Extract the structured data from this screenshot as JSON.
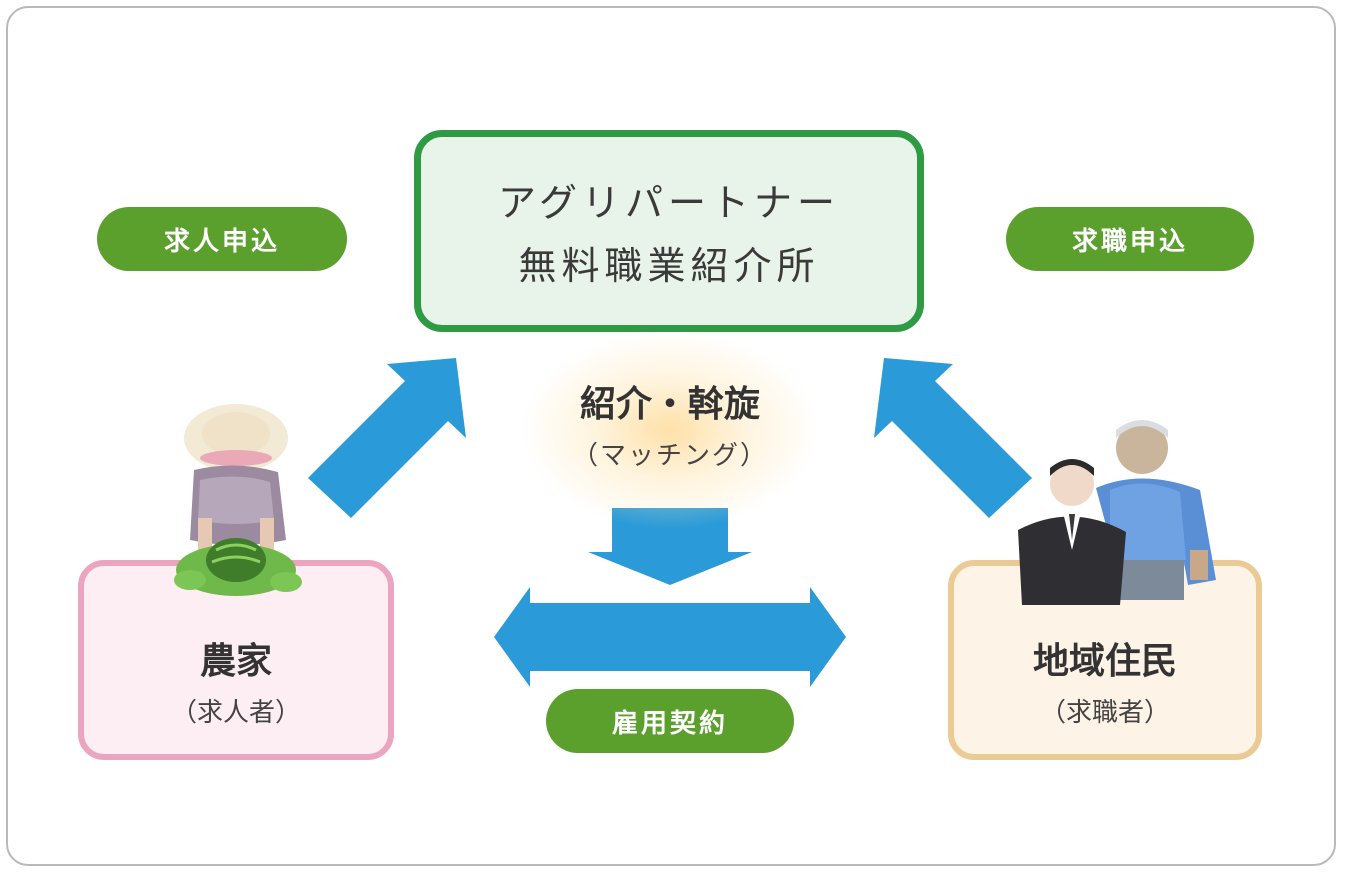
{
  "center": {
    "line1": "アグリパートナー",
    "line2": "無料職業紹介所"
  },
  "labels": {
    "left_apply": "求人申込",
    "right_apply": "求職申込",
    "contract": "雇用契約",
    "matching_title": "紹介・斡旋",
    "matching_sub": "（マッチング）"
  },
  "farmer": {
    "title": "農家",
    "sub": "（求人者）"
  },
  "resident": {
    "title": "地域住民",
    "sub": "（求職者）"
  },
  "colors": {
    "green_border": "#2f9a44",
    "pill_green": "#5b9f2d",
    "arrow_blue": "#2a9bd8",
    "farmer_border": "#eba5c0",
    "resident_border": "#ebcb95"
  }
}
